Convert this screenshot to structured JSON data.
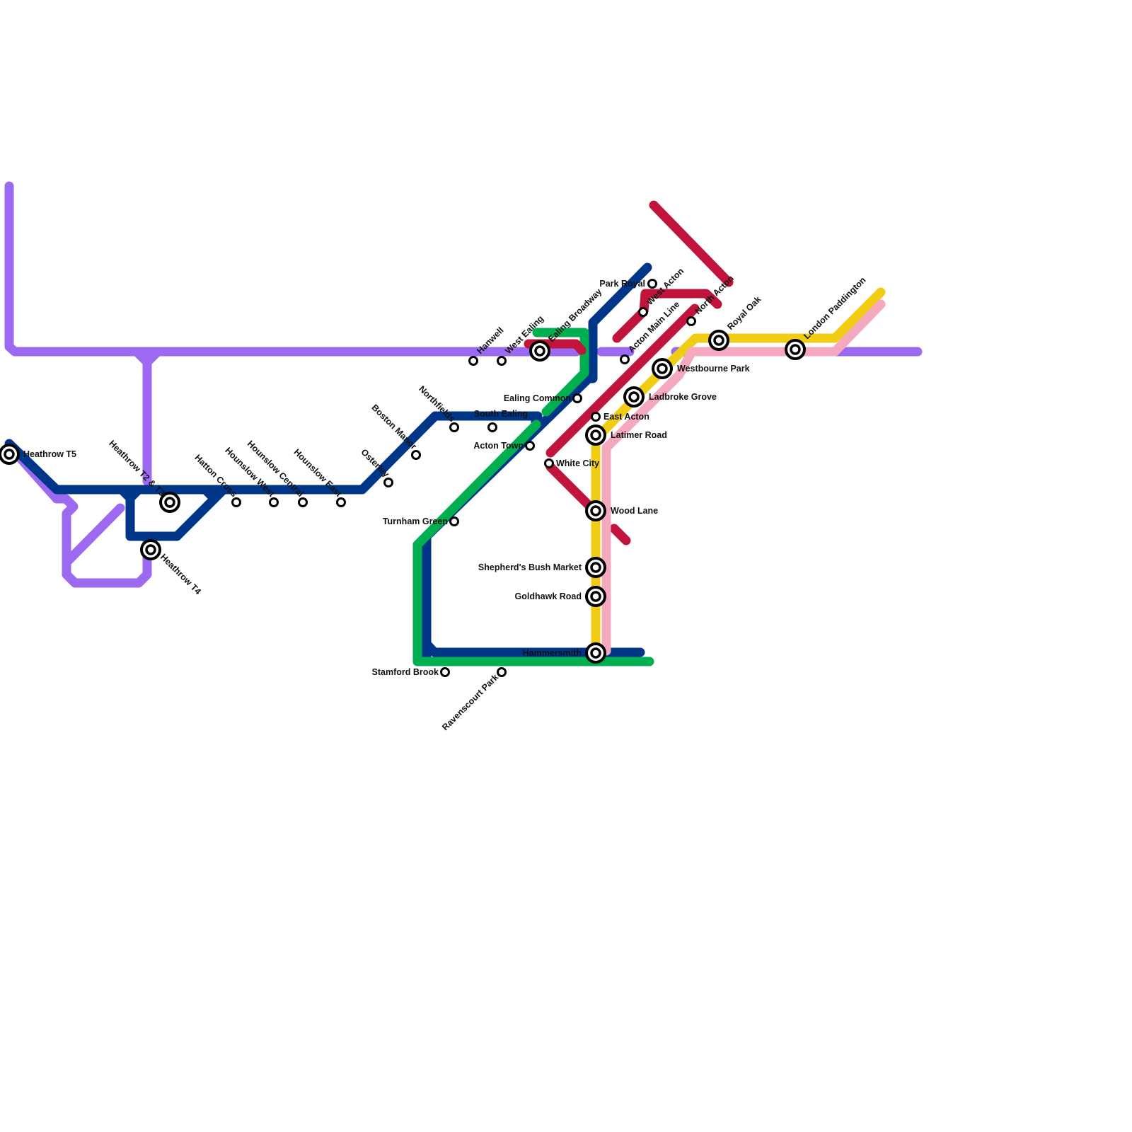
{
  "lines": [
    {
      "id": "elizabeth",
      "color": "#9B6AF0"
    },
    {
      "id": "piccadilly",
      "color": "#003688"
    },
    {
      "id": "district",
      "color": "#00B050"
    },
    {
      "id": "central",
      "color": "#C0143C"
    },
    {
      "id": "circle",
      "color": "#F0CC15"
    },
    {
      "id": "hammersmith-city",
      "color": "#F4A9BE"
    }
  ],
  "stations": [
    {
      "id": "heathrow-t5",
      "name": "Heathrow T5",
      "interchange": true
    },
    {
      "id": "heathrow-t2-t3",
      "name": "Heathrow T2 & T3",
      "interchange": true
    },
    {
      "id": "heathrow-t4",
      "name": "Heathrow T4",
      "interchange": true
    },
    {
      "id": "hatton-cross",
      "name": "Hatton Cross",
      "interchange": false
    },
    {
      "id": "hounslow-west",
      "name": "Hounslow West",
      "interchange": false
    },
    {
      "id": "hounslow-central",
      "name": "Hounslow Central",
      "interchange": false
    },
    {
      "id": "hounslow-east",
      "name": "Hounslow East",
      "interchange": false
    },
    {
      "id": "osterley",
      "name": "Osterley",
      "interchange": false
    },
    {
      "id": "boston-manor",
      "name": "Boston Manor",
      "interchange": false
    },
    {
      "id": "northfields",
      "name": "Northfields",
      "interchange": false
    },
    {
      "id": "south-ealing",
      "name": "South Ealing",
      "interchange": false
    },
    {
      "id": "hanwell",
      "name": "Hanwell",
      "interchange": false
    },
    {
      "id": "west-ealing",
      "name": "West Ealing",
      "interchange": false
    },
    {
      "id": "ealing-broadway",
      "name": "Ealing Broadway",
      "interchange": true
    },
    {
      "id": "ealing-common",
      "name": "Ealing Common",
      "interchange": false
    },
    {
      "id": "acton-town",
      "name": "Acton Town",
      "interchange": false
    },
    {
      "id": "turnham-green",
      "name": "Turnham Green",
      "interchange": false
    },
    {
      "id": "stamford-brook",
      "name": "Stamford Brook",
      "interchange": false
    },
    {
      "id": "ravenscourt-park",
      "name": "Ravenscourt Park",
      "interchange": false
    },
    {
      "id": "hammersmith",
      "name": "Hammersmith",
      "interchange": true
    },
    {
      "id": "goldhawk-road",
      "name": "Goldhawk Road",
      "interchange": true
    },
    {
      "id": "shepherds-bush-market",
      "name": "Shepherd's Bush Market",
      "interchange": true
    },
    {
      "id": "wood-lane",
      "name": "Wood Lane",
      "interchange": true
    },
    {
      "id": "white-city",
      "name": "White City",
      "interchange": false
    },
    {
      "id": "latimer-road",
      "name": "Latimer Road",
      "interchange": true
    },
    {
      "id": "east-acton",
      "name": "East Acton",
      "interchange": false
    },
    {
      "id": "ladbroke-grove",
      "name": "Ladbroke Grove",
      "interchange": true
    },
    {
      "id": "westbourne-park",
      "name": "Westbourne Park",
      "interchange": true
    },
    {
      "id": "acton-main-line",
      "name": "Acton Main Line",
      "interchange": false
    },
    {
      "id": "west-acton",
      "name": "West Acton",
      "interchange": false
    },
    {
      "id": "park-royal",
      "name": "Park Royal",
      "interchange": false
    },
    {
      "id": "north-acton",
      "name": "North Acton",
      "interchange": false
    },
    {
      "id": "royal-oak",
      "name": "Royal Oak",
      "interchange": true
    },
    {
      "id": "london-paddington",
      "name": "London Paddington",
      "interchange": true
    }
  ]
}
